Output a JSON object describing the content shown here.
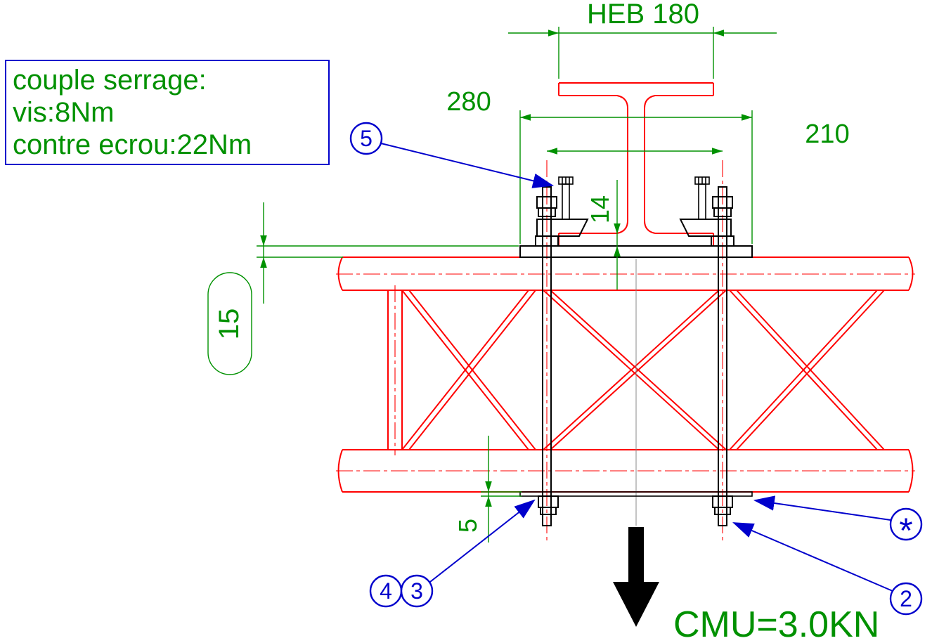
{
  "colors": {
    "green": "#009100",
    "red": "#ff0000",
    "blue": "#0000cc",
    "black": "#000000",
    "gray": "#8a8a8a"
  },
  "note_box": {
    "line1": "couple serrage:",
    "line2": "vis:8Nm",
    "line3": "contre ecrou:22Nm"
  },
  "dimensions": {
    "beam_designation": "HEB 180",
    "plate_width_mm": "280",
    "bolt_spacing_mm": "210",
    "flange_grip_mm": "14",
    "top_plate_thickness_mm": "15",
    "bottom_plate_thickness_mm": "5"
  },
  "load_rating": "CMU=3.0KN",
  "balloons": {
    "item5": "5",
    "item4": "4",
    "item3": "3",
    "item2": "2",
    "star": "*"
  }
}
